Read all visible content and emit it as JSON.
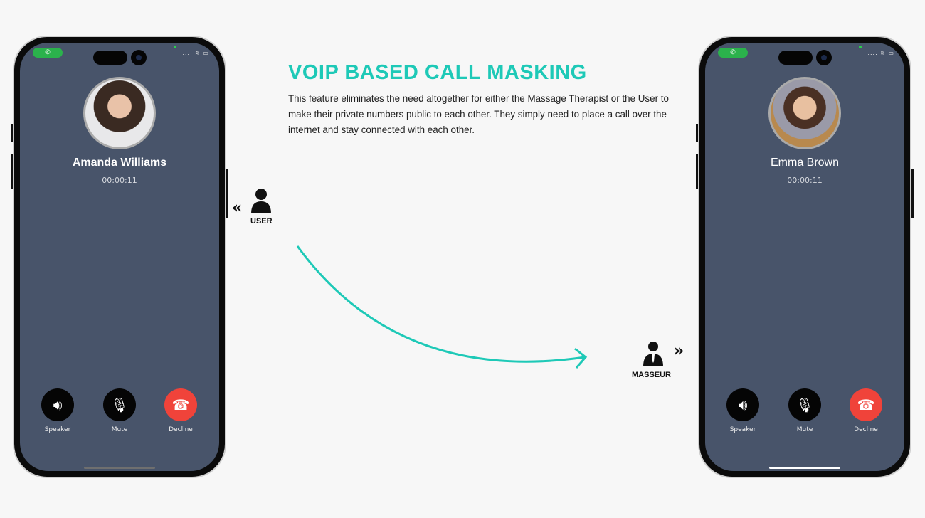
{
  "heading": "VOIP BASED CALL MASKING",
  "description": "This feature eliminates the need altogether for either the Massage Therapist or the User to make their private numbers public to each other. They simply need to place a call over the internet and stay connected with each other.",
  "user_label": "USER",
  "masseur_label": "MASSEUR",
  "accent": "#1ec9b7",
  "phones": [
    {
      "name": "Amanda Williams",
      "timer": "00:00:11",
      "speaker": "Speaker",
      "mute": "Mute",
      "decline": "Decline"
    },
    {
      "name": "Emma Brown",
      "timer": "00:00:11",
      "speaker": "Speaker",
      "mute": "Mute",
      "decline": "Decline"
    }
  ]
}
